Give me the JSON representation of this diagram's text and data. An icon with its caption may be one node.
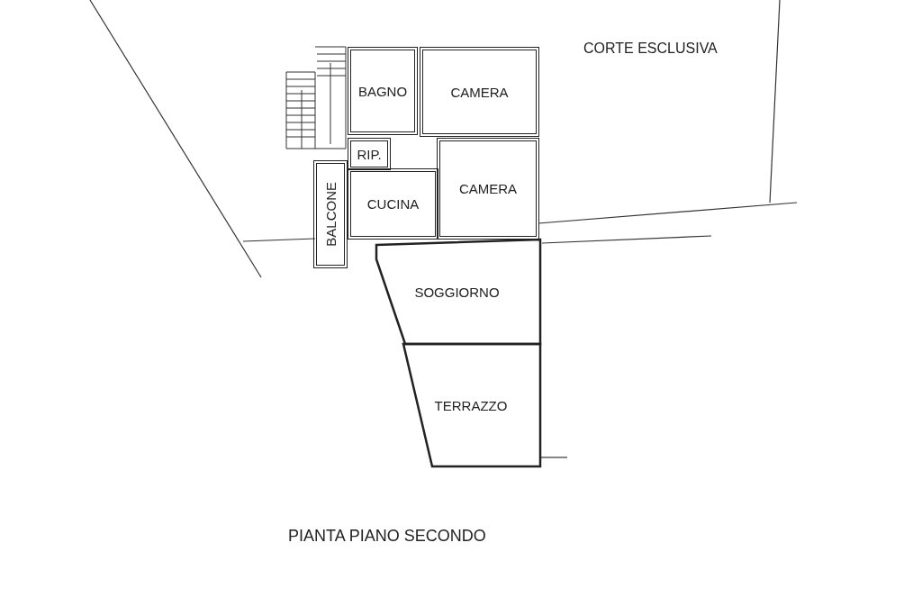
{
  "diagram": {
    "caption": "PIANTA PIANO SECONDO",
    "nodes": [
      {
        "text": [
          "BAGNO"
        ]
      },
      {
        "text": [
          "CAMERA"
        ]
      },
      {
        "text": [
          "RIP."
        ]
      },
      {
        "text": [
          "CUCINA"
        ]
      },
      {
        "text": [
          "CAMERA"
        ]
      },
      {
        "text": [
          "BALCONE"
        ]
      },
      {
        "text": [
          "SOGGIORNO"
        ]
      },
      {
        "text": [
          "TERRAZZO"
        ]
      }
    ],
    "edges": [],
    "labels": [
      "CORTE ESCLUSIVA"
    ]
  }
}
